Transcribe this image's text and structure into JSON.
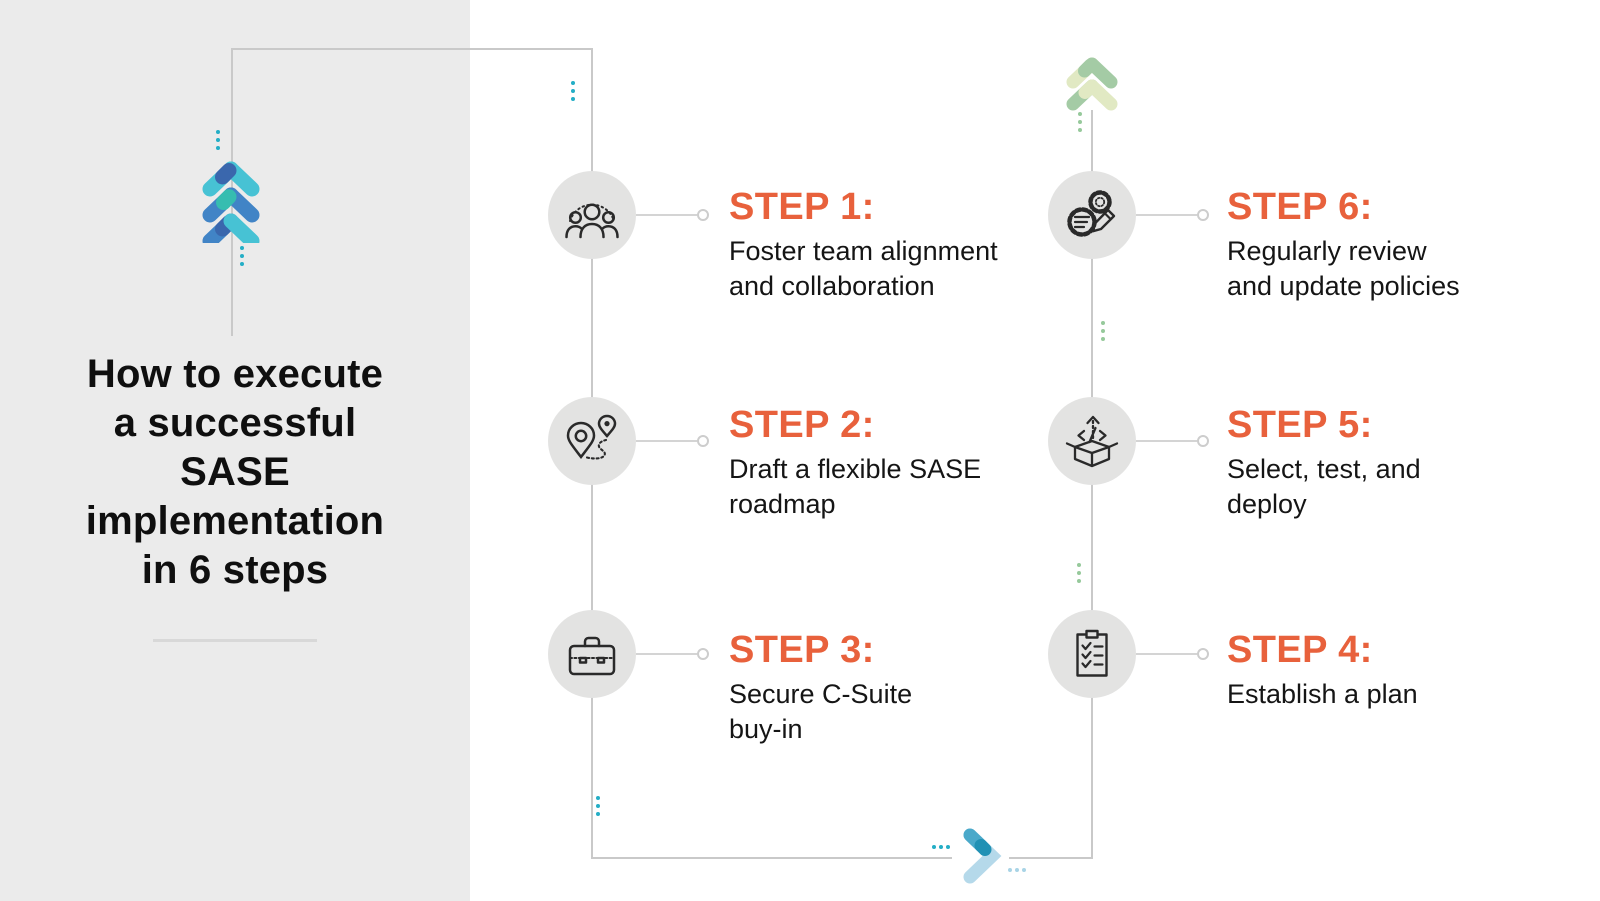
{
  "panel": {
    "title_lines": [
      "How to execute",
      "a successful",
      "SASE",
      "implementation",
      "in 6 steps"
    ]
  },
  "steps": [
    {
      "label": "STEP 1:",
      "description": "Foster team alignment and collaboration",
      "desc_lines": [
        "Foster team alignment",
        "and collaboration"
      ],
      "icon": "team-icon"
    },
    {
      "label": "STEP 2:",
      "description": "Draft a flexible SASE roadmap",
      "desc_lines": [
        "Draft a flexible SASE",
        "roadmap"
      ],
      "icon": "route-map-icon"
    },
    {
      "label": "STEP 3:",
      "description": "Secure C-Suite buy-in",
      "desc_lines": [
        "Secure C-Suite",
        "buy-in"
      ],
      "icon": "briefcase-icon"
    },
    {
      "label": "STEP 4:",
      "description": "Establish a plan",
      "desc_lines": [
        "Establish a plan"
      ],
      "icon": "checklist-icon"
    },
    {
      "label": "STEP 5:",
      "description": "Select, test, and deploy",
      "desc_lines": [
        "Select, test, and",
        "deploy"
      ],
      "icon": "deploy-box-icon"
    },
    {
      "label": "STEP 6:",
      "description": "Regularly review and update policies",
      "desc_lines": [
        "Regularly review",
        "and update policies"
      ],
      "icon": "gears-pencil-icon"
    }
  ],
  "colors": {
    "panel_gray": "#ebebeb",
    "circle_gray": "#e3e3e2",
    "line_gray": "#c9c9c9",
    "step_orange": "#e8613c",
    "text_black": "#151515",
    "teal": "#47c2d4",
    "blue": "#4184c6",
    "dark_blue": "#3a67ad",
    "teal_green": "#36bdb0",
    "green": "#a4cba5",
    "light_green": "#e1e9c3",
    "green_dot": "#96c99b",
    "light_blue": "#b5d9ea",
    "mid_teal": "#4aa9ca",
    "dark_teal": "#2191b4"
  }
}
